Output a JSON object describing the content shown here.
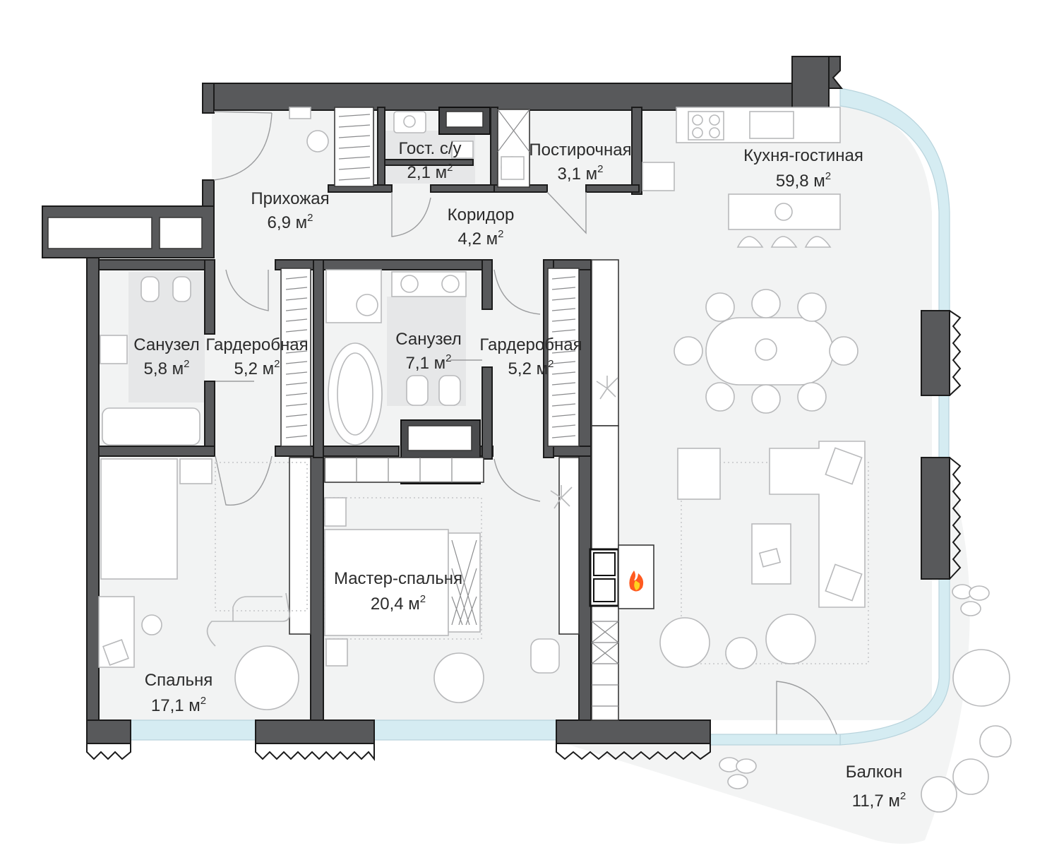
{
  "plan": {
    "unit": "м",
    "unit_power": "2",
    "rooms": [
      {
        "id": "prihozhaya",
        "name": "Прихожая",
        "area": "6,9"
      },
      {
        "id": "gost-su",
        "name": "Гост. с/у",
        "area": "2,1"
      },
      {
        "id": "postirochnaya",
        "name": "Постирочная",
        "area": "3,1"
      },
      {
        "id": "kuhnya-gostinaya",
        "name": "Кухня-гостиная",
        "area": "59,8"
      },
      {
        "id": "koridor",
        "name": "Коридор",
        "area": "4,2"
      },
      {
        "id": "sanuzel-1",
        "name": "Санузел",
        "area": "5,8"
      },
      {
        "id": "garderobnaya-1",
        "name": "Гардеробная",
        "area": "5,2"
      },
      {
        "id": "sanuzel-2",
        "name": "Санузел",
        "area": "7,1"
      },
      {
        "id": "garderobnaya-2",
        "name": "Гардеробная",
        "area": "5,2"
      },
      {
        "id": "master-spalnya",
        "name": "Мастер-спальня",
        "area": "20,4"
      },
      {
        "id": "spalnya",
        "name": "Спальня",
        "area": "17,1"
      },
      {
        "id": "balkon",
        "name": "Балкон",
        "area": "11,7"
      }
    ]
  }
}
